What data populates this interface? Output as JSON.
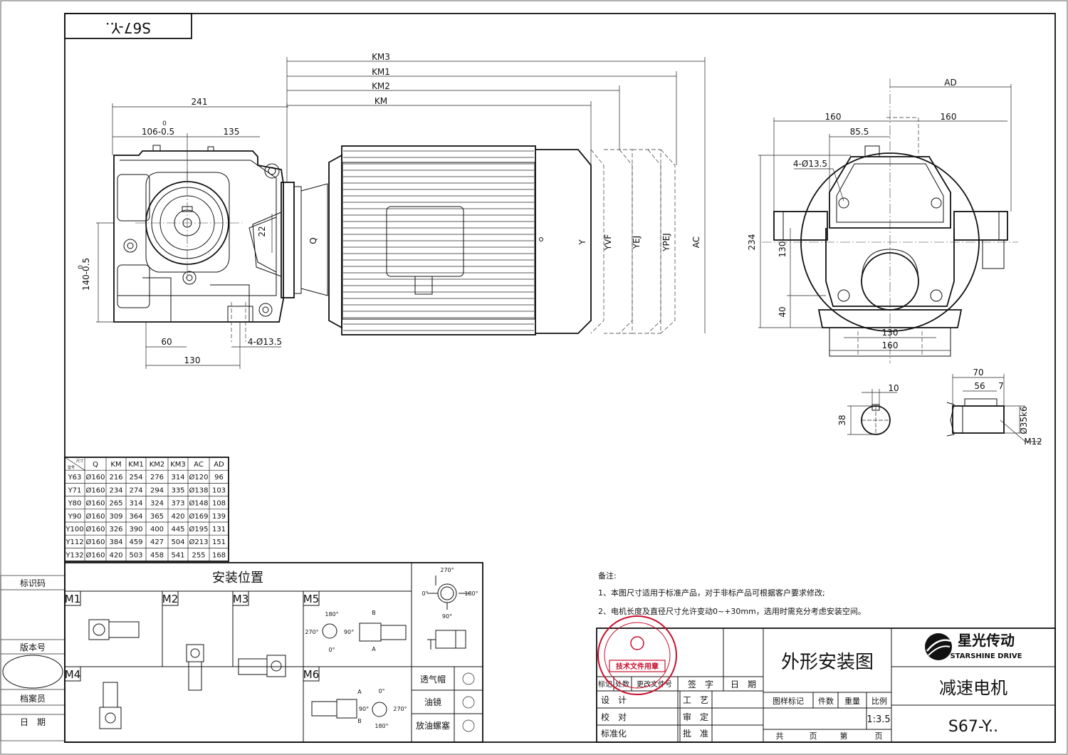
{
  "drawing": {
    "model_mirror": "S67-Y..",
    "dims_front": {
      "d241": "241",
      "d106": "106-0.5",
      "d106_sup": "0",
      "d135": "135",
      "d22": "22",
      "d140": "140-0.5",
      "d140_sup": "0",
      "d60": "60",
      "d130": "130",
      "d4x13": "4-Ø13.5",
      "Q": "Q"
    },
    "dims_motor": {
      "KM3": "KM3",
      "KM1": "KM1",
      "KM2": "KM2",
      "KM": "KM",
      "Y": "Y",
      "YVF": "YVF",
      "YEJ": "YEJ",
      "YPEJ": "YPEJ",
      "AC": "AC"
    },
    "dims_side": {
      "AD": "AD",
      "d160a": "160",
      "d160b": "160",
      "d85": "85.5",
      "d4x13": "4-Ø13.5",
      "d234": "234",
      "d130v": "130",
      "d40": "40",
      "d130h": "130",
      "d160h": "160"
    },
    "dims_shaft": {
      "d10": "10",
      "d38": "38",
      "d70": "70",
      "d56": "56",
      "d7": "7",
      "d35": "Ø35k6",
      "m12": "M12"
    }
  },
  "table": {
    "corner_top": "尺寸",
    "corner_bottom": "型号",
    "headers": [
      "Q",
      "KM",
      "KM1",
      "KM2",
      "KM3",
      "AC",
      "AD"
    ],
    "rows": [
      [
        "Y63",
        "Ø160",
        "216",
        "254",
        "276",
        "314",
        "Ø120",
        "96"
      ],
      [
        "Y71",
        "Ø160",
        "234",
        "274",
        "294",
        "335",
        "Ø138",
        "103"
      ],
      [
        "Y80",
        "Ø160",
        "265",
        "314",
        "324",
        "373",
        "Ø148",
        "108"
      ],
      [
        "Y90",
        "Ø160",
        "309",
        "364",
        "365",
        "420",
        "Ø169",
        "139"
      ],
      [
        "Y100",
        "Ø160",
        "326",
        "390",
        "400",
        "445",
        "Ø195",
        "131"
      ],
      [
        "Y112",
        "Ø160",
        "384",
        "459",
        "427",
        "504",
        "Ø213",
        "151"
      ],
      [
        "Y132",
        "Ø160",
        "420",
        "503",
        "458",
        "541",
        "255",
        "168"
      ]
    ]
  },
  "left_strip": [
    "标识码",
    "版本号",
    "档案员",
    "日　期"
  ],
  "mounting": {
    "title": "安装位置",
    "positions": [
      "M1",
      "M2",
      "M3",
      "M4",
      "M5",
      "M6"
    ],
    "angles_m5": [
      "180°",
      "270°",
      "90°",
      "0°"
    ],
    "angles_m6": [
      "0°",
      "90°",
      "270°",
      "180°"
    ],
    "letters": [
      "A",
      "B"
    ],
    "angles_side": [
      "270°",
      "0°",
      "180°",
      "90°"
    ],
    "legend": [
      "透气帽",
      "油镜",
      "放油螺塞"
    ]
  },
  "notes": {
    "title": "备注:",
    "items": [
      "1、本图尺寸适用于标准产品，对于非标产品可根据客户要求修改;",
      "2、电机长度及直径尺寸允许变动0~+30mm，选用时需充分考虑安装空间。"
    ]
  },
  "title_block": {
    "drawing_name": "外形安装图",
    "company_cn": "星光传动",
    "company_en": "STARSHINE DRIVE",
    "product": "减速电机",
    "model": "S67-Y..",
    "scale": "1:3.5",
    "rev_headers": [
      "标记",
      "处数",
      "更改文件号",
      "签　字",
      "日　期"
    ],
    "rows": [
      "设　计",
      "校　对",
      "标准化"
    ],
    "roles": [
      "工　艺",
      "审　定",
      "批　准"
    ],
    "info_headers": [
      "图样标记",
      "件数",
      "重量",
      "比例"
    ],
    "footer": [
      "共",
      "页",
      "第",
      "页"
    ],
    "stamp": "技术文件用章"
  },
  "colors": {
    "line": "#111111",
    "stamp": "#c8102e"
  }
}
